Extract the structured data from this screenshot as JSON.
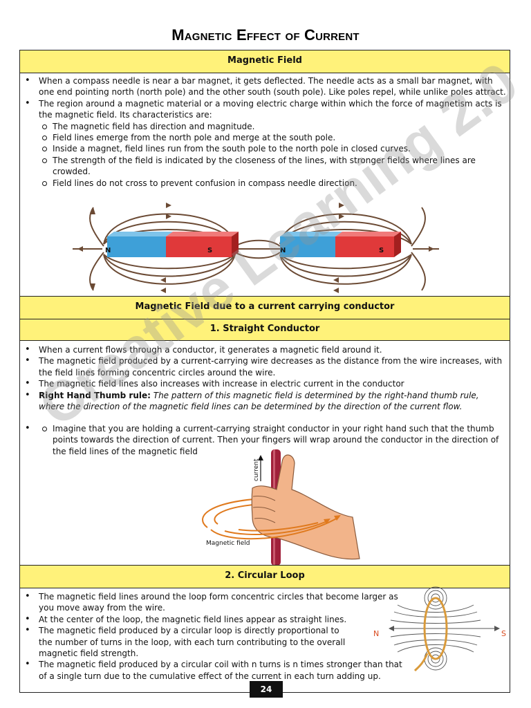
{
  "page_title": "Magnetic Effect of Current",
  "sections": {
    "magnetic_field": {
      "heading": "Magnetic Field",
      "bullet1": "When a compass needle is near a bar magnet, it gets deflected. The needle acts as a small bar magnet, with one end pointing north (north pole) and the other south (south pole). Like poles repel, while unlike poles attract.",
      "bullet2": "The region around a magnetic material or a moving electric charge within which the force of magnetism acts is the magnetic field. Its characteristics are:",
      "sub": [
        "The magnetic field has direction and magnitude.",
        "Field lines emerge from the north pole and merge at the south pole.",
        "Inside a magnet, field lines run from the south pole to the north pole in closed curves.",
        "The strength of the field is indicated by the closeness of the lines, with stronger fields where lines are crowded.",
        "Field lines do not cross to prevent confusion in compass needle direction."
      ],
      "magnet_labels": {
        "n1": "N",
        "s1": "S",
        "n2": "N",
        "s2": "S"
      }
    },
    "conductor": {
      "heading": "Magnetic Field due to a current carrying conductor",
      "straight_heading": "1. Straight Conductor",
      "bullets": [
        "When a current flows through a conductor, it generates a magnetic field around it.",
        "The magnetic field produced by a current-carrying wire decreases as the distance from the wire increases, with the field lines forming concentric circles around the wire.",
        "The magnetic field lines also increases with increase in electric current in the conductor"
      ],
      "rule_label": "Right Hand Thumb rule:",
      "rule_text": "The pattern of this magnetic field is determined by the right-hand thumb rule, where the direction of the magnetic field lines can be determined by the direction of the current flow.",
      "imagine": "Imagine that you are holding a current-carrying straight conductor in your right hand such that the thumb points towards the direction of current. Then your fingers will wrap around the conductor in the direction of the field lines of the magnetic field",
      "fig_current": "current",
      "fig_field": "Magnetic field"
    },
    "loop": {
      "heading": "2. Circular Loop",
      "bullets": [
        "The magnetic field lines around the loop form concentric circles that become larger as you move away from the wire.",
        "At the center of the loop, the magnetic field lines appear as straight lines.",
        "The magnetic field produced by a circular loop is directly proportional to the number of turns in the loop, with each turn contributing to the overall magnetic field strength.",
        "The magnetic field produced by a circular coil with n turns is n times stronger than that of a single turn due to the cumulative effect of the current in each turn adding up."
      ],
      "label_n": "N",
      "label_s": "S"
    }
  },
  "watermark": "Creative Learning 2.0",
  "page_number": "24",
  "colors": {
    "heading_bar": "#fff27a",
    "magnet_blue": "#3ea0d8",
    "magnet_red": "#e0393a",
    "field_line": "#6b4a34",
    "wire": "#a0203a",
    "arc": "#e07a1e"
  }
}
